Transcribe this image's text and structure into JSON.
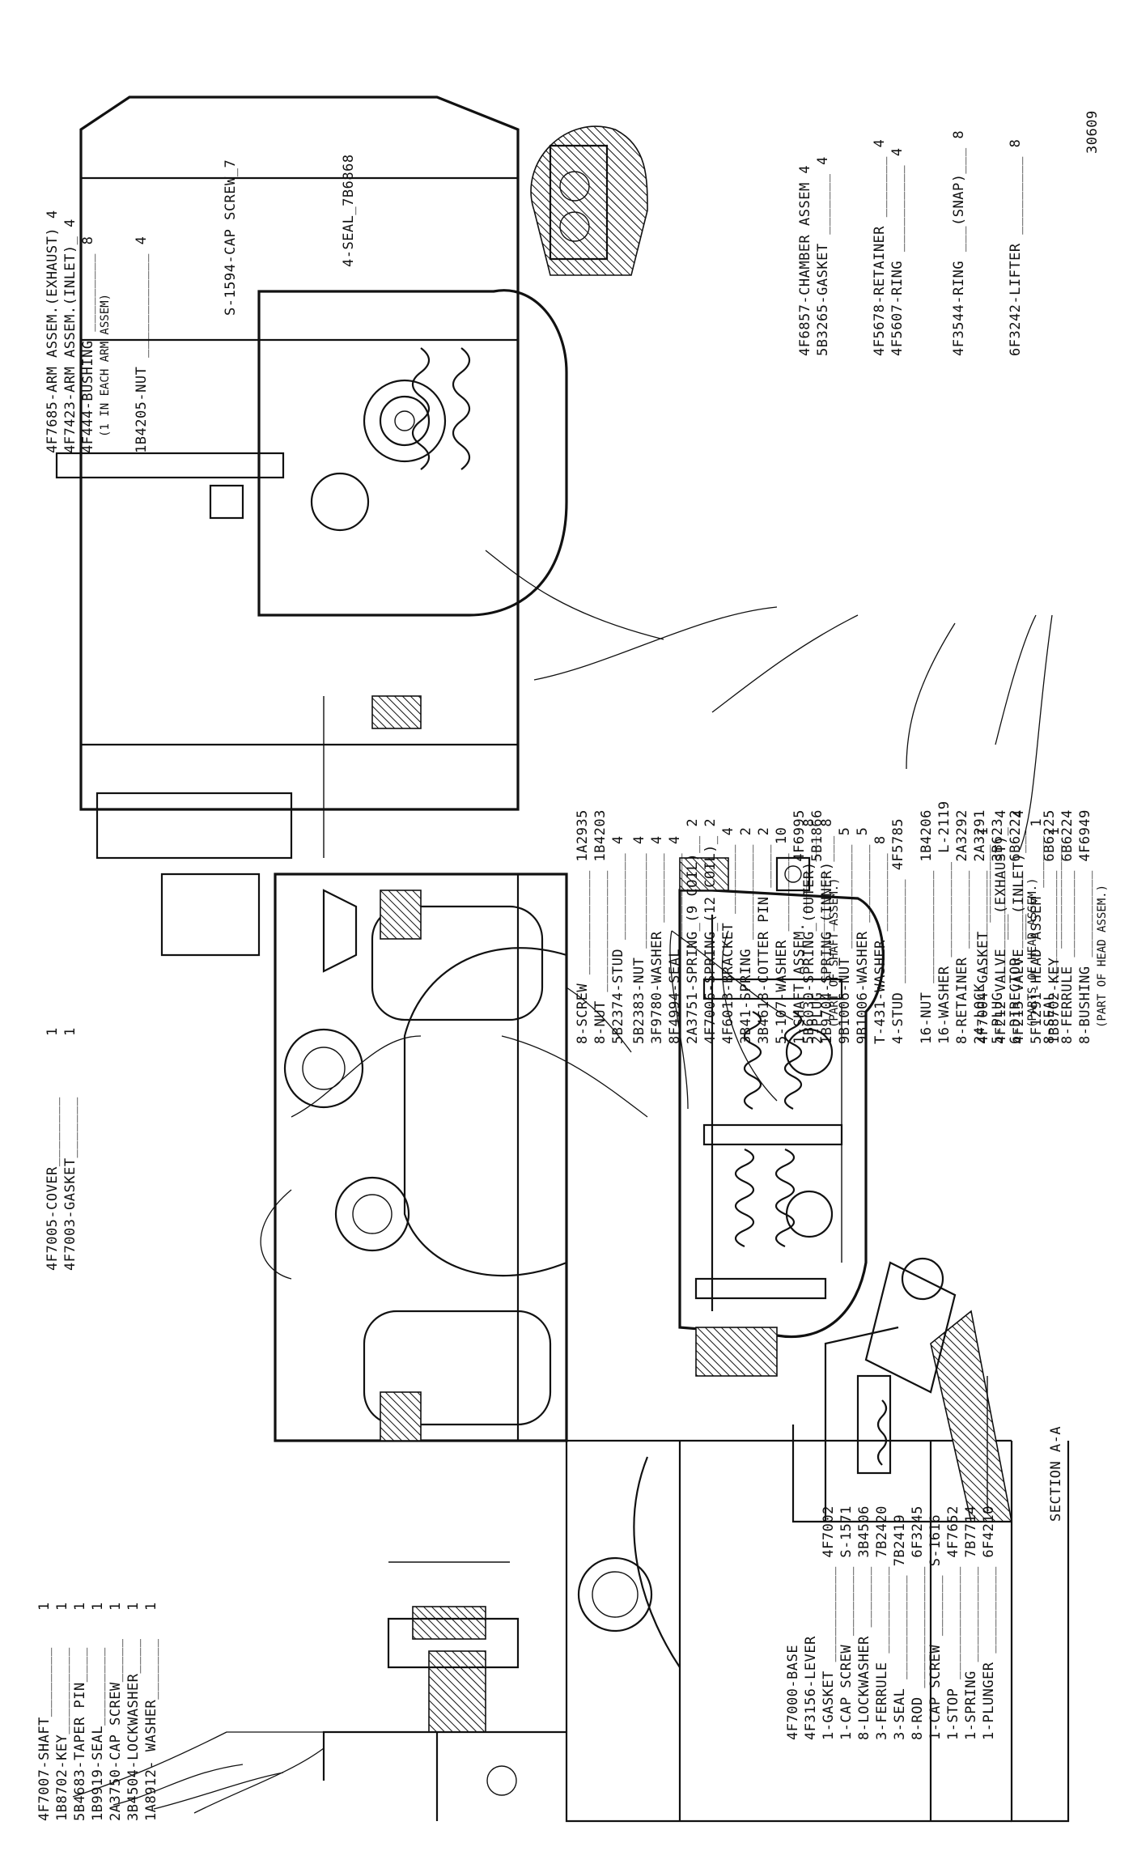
{
  "figure_number": "30609",
  "section_label": "SECTION A-A",
  "groups": {
    "top_left": [
      "4F7007-SHAFT________",
      "1B8702-KEY__________",
      "5B4683-TAPER PIN____",
      "1B9919-SEAL_________",
      "2A3750-CAP SCREW_____",
      "3B4504-LOCKWASHER____",
      "1A8912- WASHER_______"
    ],
    "top_left_counts": [
      "1",
      "1",
      "1",
      "1",
      "1",
      "1",
      "1"
    ],
    "cover": [
      "4F7005-COVER________",
      "4F7003-GASKET_______"
    ],
    "cover_counts": [
      "1",
      "1"
    ],
    "bottom_left": [
      "4F7000-BASE",
      "4F3156-LEVER",
      "1-GASKET ___________ 4F7002",
      "1-CAP SCREW ________ S-1571",
      "8-LOCKWASHER _______ 3B4506",
      "3-FERRULE __________ 7B2420",
      "3-SEAL ____________ 7B2419",
      "8-ROD ______________ 6F3245",
      "1-CAP SCREW _______ S-1616",
      "1-STOP _____________ 4F7652",
      "1-SPRING ___________ 7B7714",
      "1-PLUNGER __________ 6F4210"
    ],
    "center_a": [
      "8-SCREW ____________ 1A2935",
      "8-NUT ______________ 1B4203",
      "5B2374-STUD __________ 4"
    ],
    "center_b": [
      "5B2383-NUT ___________ 4",
      "3F9780-WASHER ________ 4",
      "8F4994-SEAL __________ 4",
      "2A3751-SPRING_(9 COIL)__ 2",
      "4F7006-SPRING_(12 COIL)_ 2",
      "4F6013-BRACKET ________ 4",
      "3B41-SPRING ___________ 2",
      "3B4618-COTTER PIN _____ 2",
      "5-107-WASHER _________ 10",
      "1-SHAFT ASSEM. _____ 4F6995",
      "2-PLUG _____________ 5B1866",
      "(PART OF SHAFT ASSEM.)"
    ],
    "center_c": [
      "5B6030-SPRING_(OUTER)___ 8",
      "1B9704-SPRING_(INNER)___ 8",
      "9B1006-NUT ____________ 5",
      "9B1006-WASHER _________ 5",
      "T-431-WASHER _________ 8",
      "4-STUD ____________ 4F5785"
    ],
    "center_d": [
      "16-NUT _____________ 1B4206",
      "16-WASHER ___________ L-2119",
      "8-RETAINER _________ 2A3292",
      "24-LOCK ____________ 2A3291",
      "5-PLUG _____________ 3B623",
      "6-DIRECTOR _________ 6B6222",
      "(PARTS OF HEAD ASSEM.)",
      "8-SEAL _____________ 6B6225",
      "8-FERRULE __________ 6B6224",
      "8-BUSHING __________ 4F6949",
      "(PART OF HEAD ASSEM.)"
    ],
    "center_e": [
      "4F7004-GASKET _________ 1",
      "4F212-VALVE ___(EXHAUST)_ 4",
      "4F213-VALVE ___(INLET)___ 4",
      "5F1291-HEAD ASSEM ______ 1",
      "1B8702-KEY ____________ 1"
    ],
    "right_top": [
      "4F7685-ARM ASSEM.(EXHAUST) 4",
      "4F7423-ARM ASSEM.(INLET)_ 4",
      "4F444-BUSHING _________ 8",
      "(1 IN EACH ARM ASSEM)",
      "1B4205-NUT ____________ 4"
    ],
    "right_mid": [
      "S-1594-CAP SCREW_7",
      "4-SEAL_7B6868"
    ],
    "right_bottom": [
      "4F6857-CHAMBER ASSEM 4",
      "5B3265-GASKET _______ 4",
      "4F5678-RETAINER _______ 4",
      "4F5607-RING __________ 4",
      "4F3544-RING ___(SNAP)___ 8",
      "6F3242-LIFTER _________ 8"
    ]
  }
}
